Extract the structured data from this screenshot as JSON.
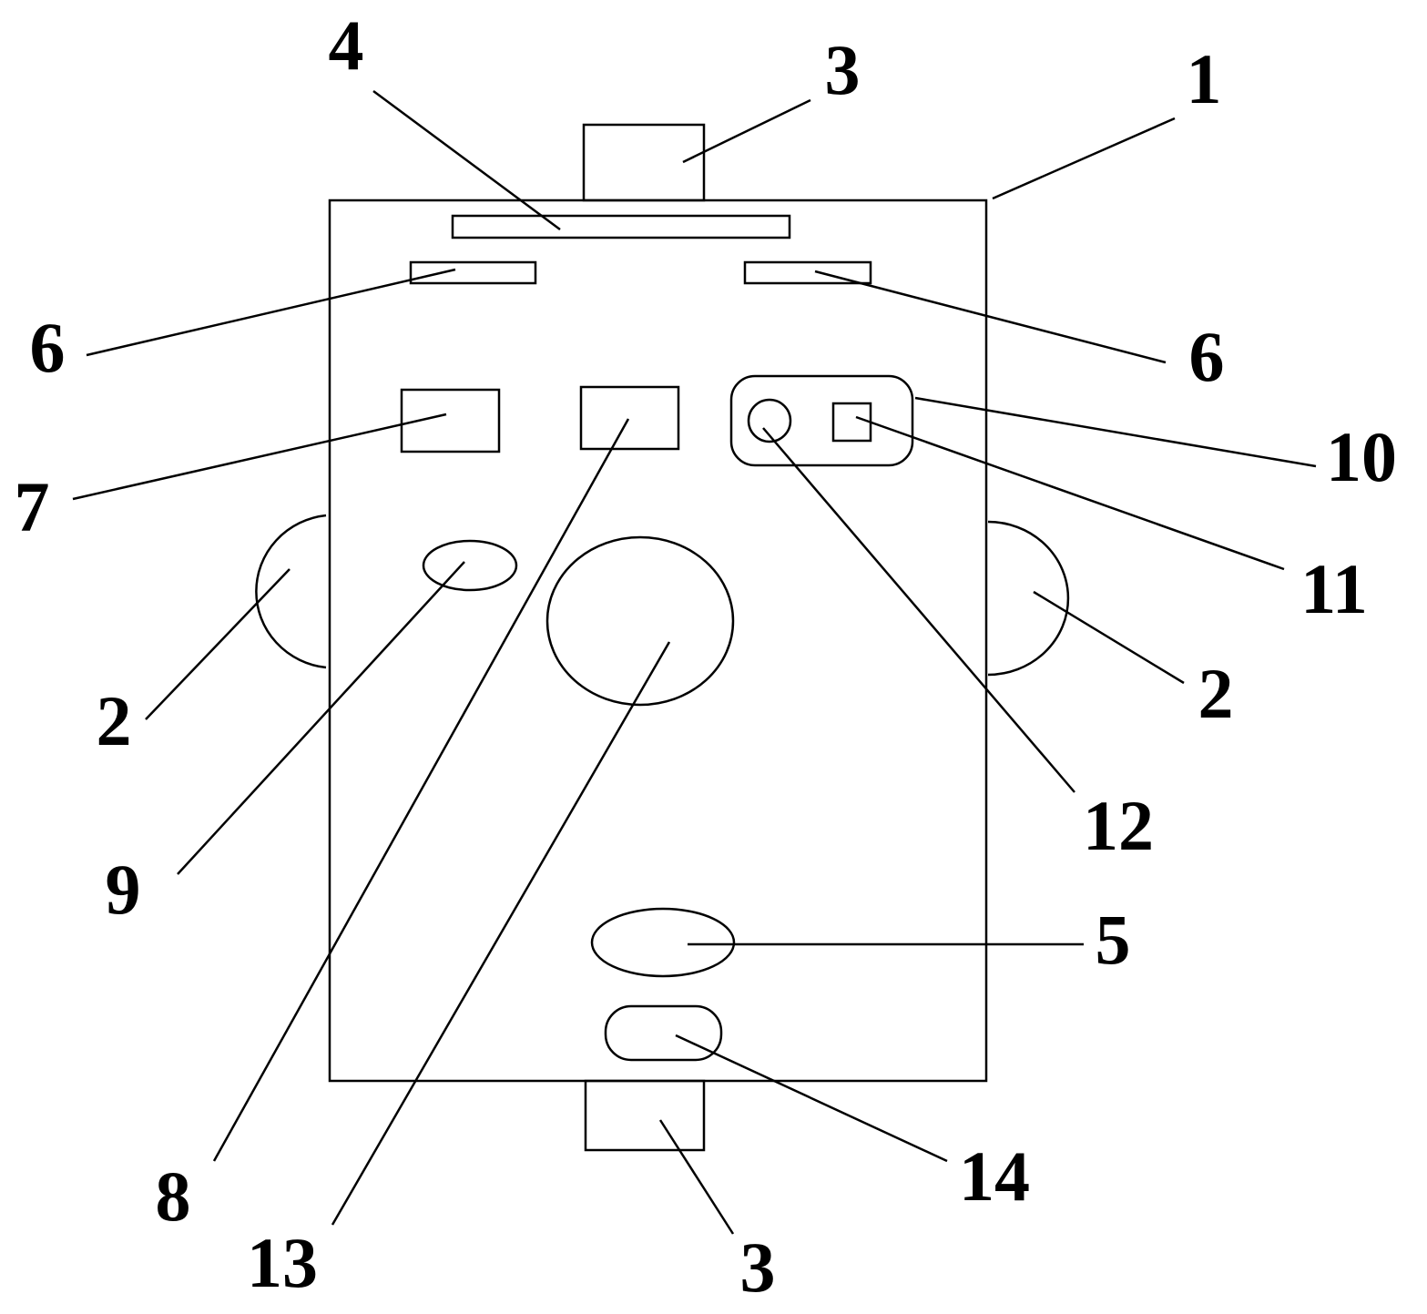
{
  "labels": {
    "housing": "1",
    "side_part_left": "2",
    "side_part_right": "2",
    "connector_top": "3",
    "connector_bottom": "3",
    "top_bar": "4",
    "lower_oval": "5",
    "slot_left": "6",
    "slot_right": "6",
    "box_left": "7",
    "box_middle": "8",
    "small_oval": "9",
    "panel": "10",
    "panel_square": "11",
    "panel_circle": "12",
    "large_circle": "13",
    "rounded_slot": "14"
  }
}
